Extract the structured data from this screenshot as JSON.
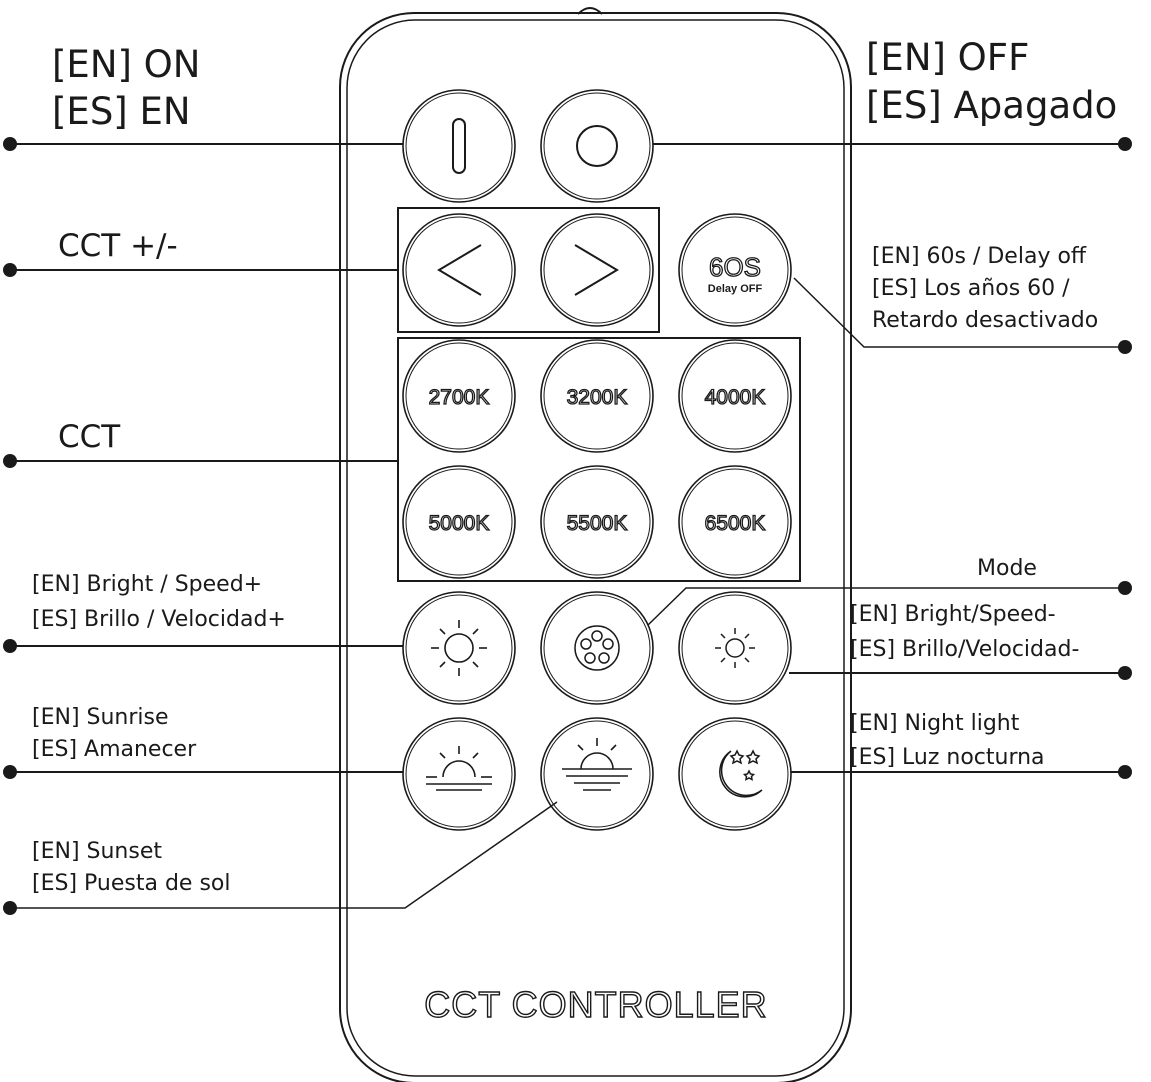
{
  "remote": {
    "title": "CCT CONTROLLER",
    "buttons": {
      "delay": {
        "main": "6OS",
        "sub": "Delay OFF"
      },
      "cct": [
        "2700K",
        "3200K",
        "4000K",
        "5000K",
        "5500K",
        "6500K"
      ]
    }
  },
  "labels": {
    "on": {
      "en": "[EN] ON",
      "es": "[ES] EN"
    },
    "off": {
      "en": "[EN] OFF",
      "es": "[ES] Apagado"
    },
    "cct_adjust": "CCT +/-",
    "cct": "CCT",
    "delay": {
      "line1": "[EN] 60s / Delay off",
      "line2": "[ES] Los años 60 /",
      "line3": "Retardo desactivado"
    },
    "bright_up": {
      "en": "[EN] Bright / Speed+",
      "es": "[ES] Brillo / Velocidad+"
    },
    "mode": "Mode",
    "bright_down": {
      "en": "[EN] Bright/Speed-",
      "es": "[ES] Brillo/Velocidad-"
    },
    "sunrise": {
      "en": "[EN] Sunrise",
      "es": "[ES] Amanecer"
    },
    "night": {
      "en": "[EN] Night light",
      "es": "[ES] Luz nocturna"
    },
    "sunset": {
      "en": "[EN] Sunset",
      "es": "[ES] Puesta de sol"
    }
  }
}
